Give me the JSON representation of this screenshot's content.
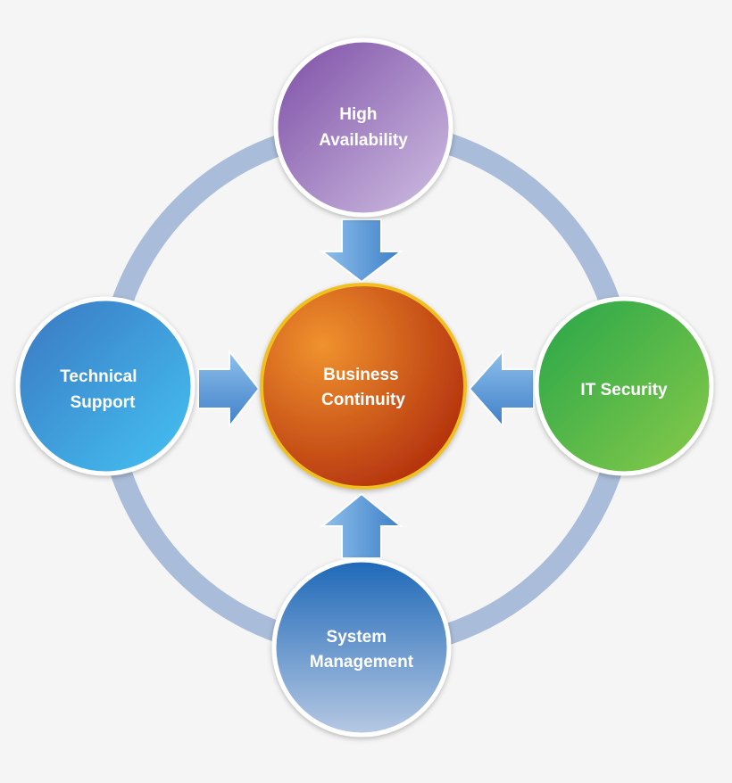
{
  "diagram": {
    "center": {
      "lines": [
        "Business",
        "Continuity"
      ],
      "colors": {
        "light": "#f0922e",
        "dark": "#b3300d",
        "ring": "#f0c020"
      }
    },
    "nodes": {
      "top": {
        "lines": [
          "High",
          "Availability"
        ],
        "colors": {
          "light": "#7d4ea6",
          "dark": "#d0c0e3"
        }
      },
      "left": {
        "lines": [
          "Technical",
          "Support"
        ],
        "colors": {
          "light": "#3a77c2",
          "dark": "#45c3f3"
        }
      },
      "right": {
        "lines": [
          "IT Security"
        ],
        "colors": {
          "light": "#25a549",
          "dark": "#8acb48"
        }
      },
      "bottom": {
        "lines": [
          "System",
          "Management"
        ],
        "colors": {
          "light": "#1e68b8",
          "dark": "#b7c9e3"
        }
      }
    },
    "ring_color": "#a9bcd9",
    "arrow_colors": {
      "light": "#8ec0ec",
      "dark": "#3f80c8"
    }
  }
}
